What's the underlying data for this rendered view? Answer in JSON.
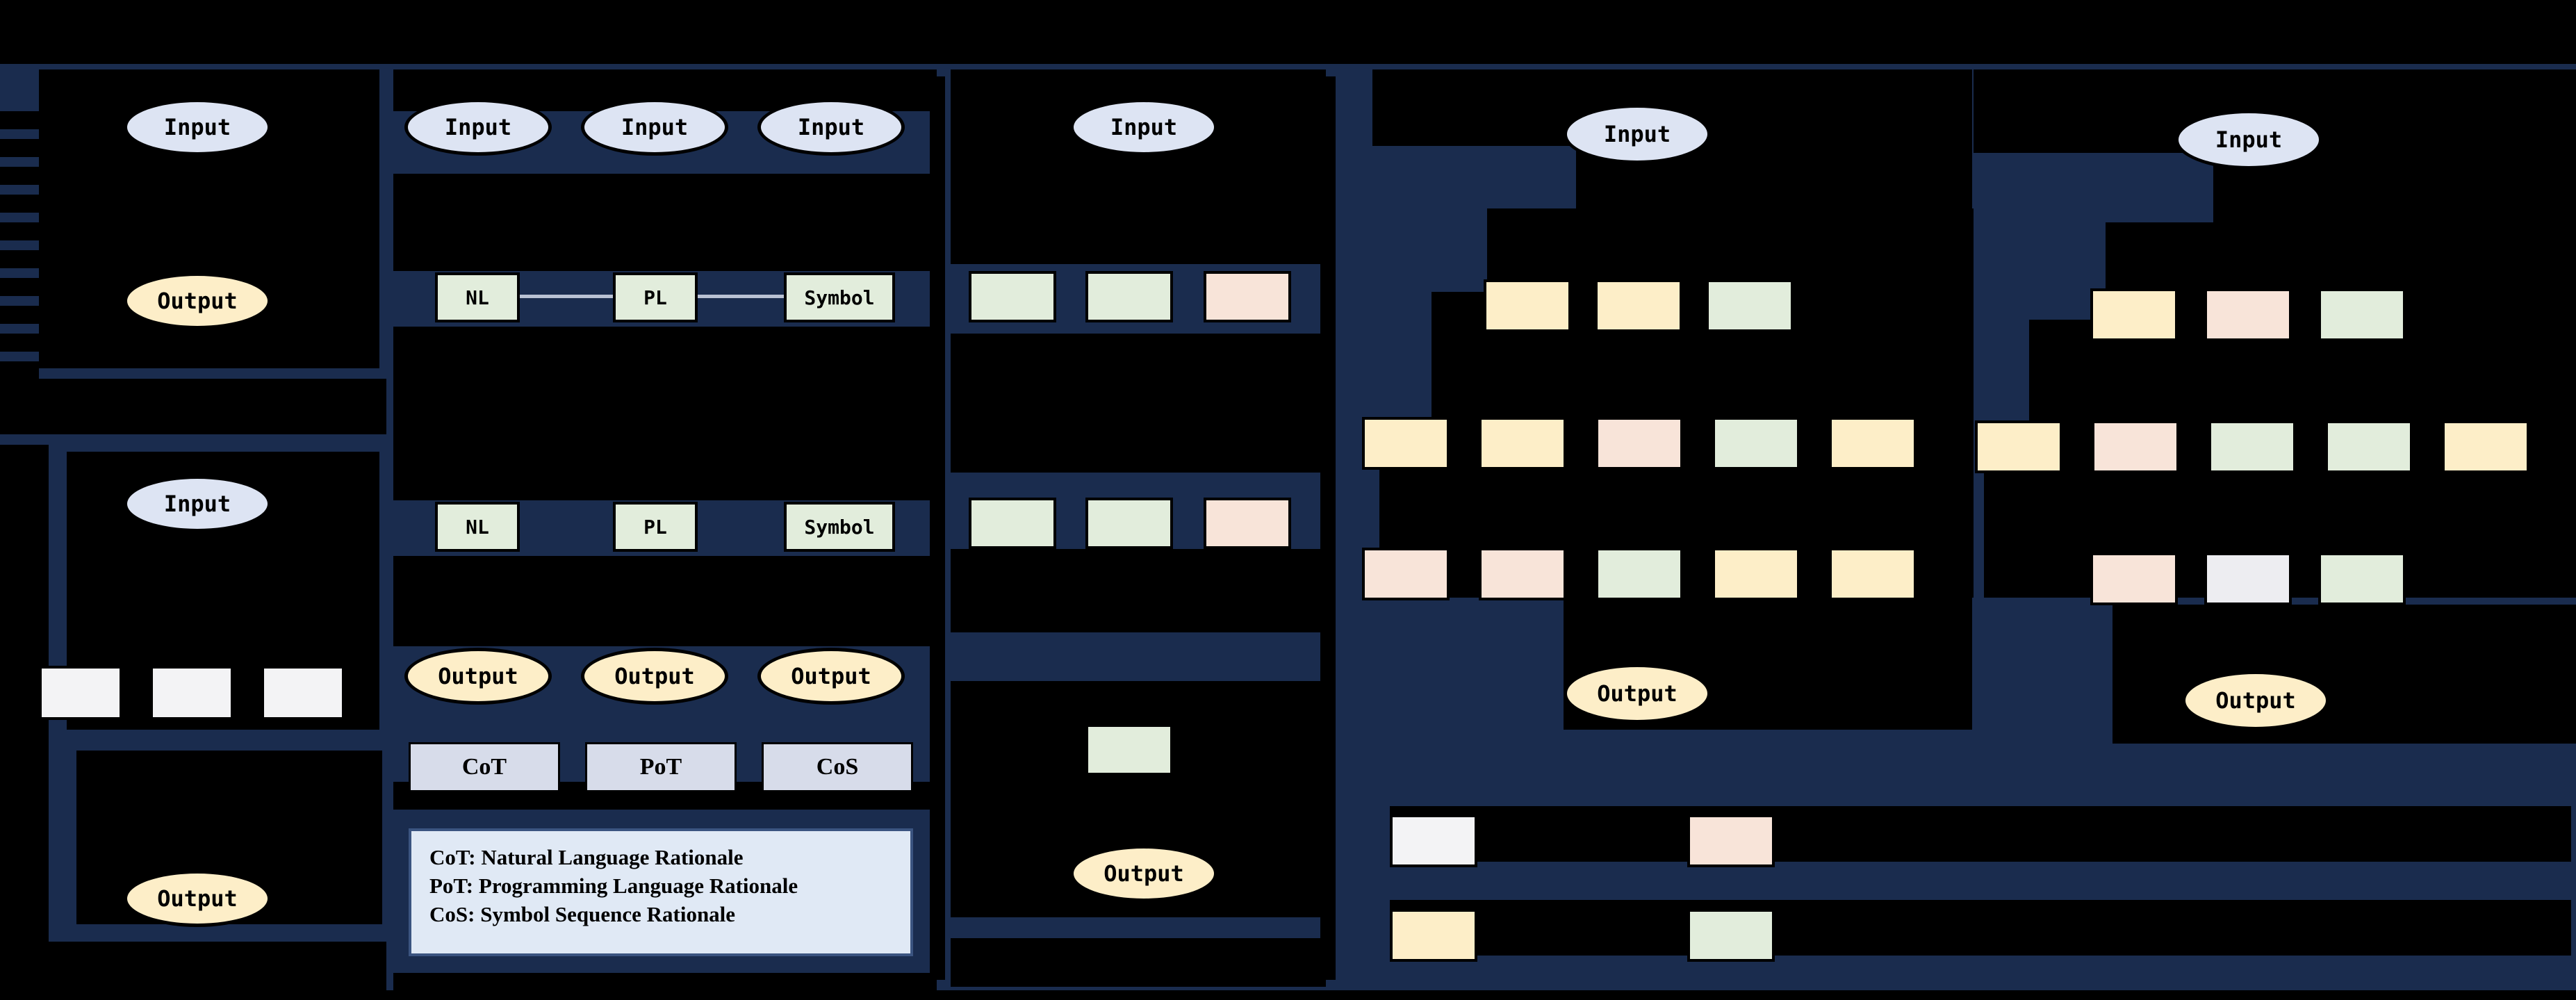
{
  "figure": {
    "background_color": "#1a2c4e",
    "node_colors": {
      "input": "#dde4f3",
      "output": "#fdeec8",
      "nl": "#e2eddc",
      "pl": "#e2eddc",
      "symbol": "#e2eddc",
      "button": "#d7dcea",
      "legend_bg": "#e0e9f5",
      "green_step": "#e2eddc",
      "yellow_step": "#fdeec8",
      "pink_step": "#f8e4d9",
      "grey_step": "#ededf1",
      "white_step": "#f3f3f5"
    },
    "labels": {
      "input": "Input",
      "output": "Output"
    },
    "rationale_types": {
      "nl": "NL",
      "pl": "PL",
      "symbol": "Symbol"
    },
    "method_buttons": [
      {
        "id": "cot",
        "label": "CoT"
      },
      {
        "id": "pot",
        "label": "PoT"
      },
      {
        "id": "cos",
        "label": "CoS"
      }
    ],
    "legend": {
      "lines": [
        "CoT: Natural Language Rationale",
        "PoT: Programming Language Rationale",
        "CoS: Symbol Sequence Rationale"
      ],
      "line1": "CoT: Natural Language Rationale",
      "line2": "PoT: Programming Language Rationale",
      "line3": "CoS: Symbol Sequence Rationale"
    },
    "panels": [
      {
        "id": "panel-1",
        "nodes": [
          "Input",
          "Output",
          "Input",
          "Output"
        ],
        "step_rows": [
          {
            "colors": [
              "#f3f3f5",
              "#f3f3f5",
              "#f3f3f5"
            ]
          }
        ]
      },
      {
        "id": "panel-2",
        "nodes": [
          "Input",
          "Input",
          "Input",
          "Output",
          "Output",
          "Output"
        ],
        "rationale_row_1": [
          "NL",
          "PL",
          "Symbol"
        ],
        "rationale_row_2": [
          "NL",
          "PL",
          "Symbol"
        ],
        "buttons": [
          "CoT",
          "PoT",
          "CoS"
        ]
      },
      {
        "id": "panel-3",
        "nodes": [
          "Input",
          "Output"
        ],
        "step_rows": [
          {
            "colors": [
              "#e2eddc",
              "#e2eddc",
              "#f8e4d9"
            ]
          },
          {
            "colors": [
              "#e2eddc",
              "#e2eddc",
              "#f8e4d9"
            ]
          },
          {
            "colors": [
              "#e2eddc"
            ]
          }
        ]
      },
      {
        "id": "panel-4",
        "nodes": [
          "Input",
          "Output"
        ],
        "step_rows": [
          {
            "colors": [
              "#fdeec8",
              "#fdeec8",
              "#e2eddc"
            ]
          },
          {
            "colors": [
              "#fdeec8",
              "#fdeec8",
              "#f8e4d9",
              "#e2eddc",
              "#fdeec8"
            ]
          },
          {
            "colors": [
              "#f8e4d9",
              "#f8e4d9",
              "#e2eddc",
              "#fdeec8",
              "#fdeec8"
            ]
          }
        ]
      },
      {
        "id": "panel-5",
        "nodes": [
          "Input",
          "Output"
        ],
        "step_rows": [
          {
            "colors": [
              "#fdeec8",
              "#f8e4d9",
              "#e2eddc"
            ]
          },
          {
            "colors": [
              "#fdeec8",
              "#f8e4d9",
              "#e2eddc",
              "#e2eddc",
              "#fdeec8"
            ]
          },
          {
            "colors": [
              "#f8e4d9",
              "#ededf1",
              "#e2eddc"
            ]
          }
        ]
      }
    ],
    "bottom_legend_rows": [
      {
        "swatches": [
          "#f3f3f5",
          "#f8e4d9"
        ]
      },
      {
        "swatches": [
          "#fdeec8",
          "#e2eddc"
        ]
      }
    ]
  }
}
